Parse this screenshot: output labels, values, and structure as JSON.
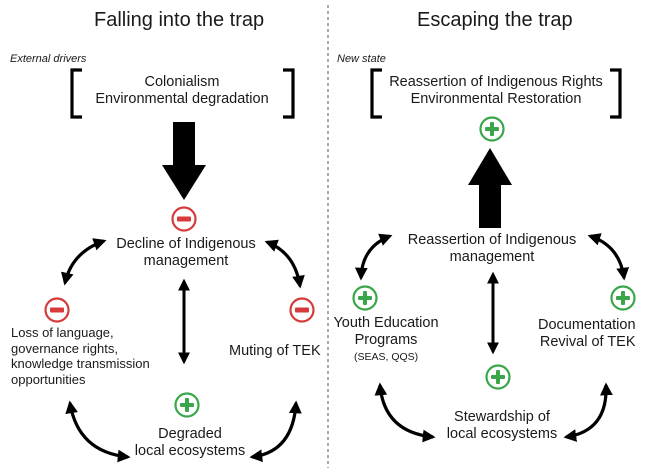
{
  "colors": {
    "minus": "#d63a3a",
    "plus": "#3aa64a",
    "ink": "#000000"
  },
  "left": {
    "title": "Falling into the trap",
    "drivers_caption": "External drivers",
    "drivers": [
      "Colonialism",
      "Environmental degradation"
    ],
    "center": [
      "Decline of Indigenous",
      "management"
    ],
    "loss": [
      "Loss of language,",
      "governance rights,",
      "knowledge transmission",
      "opportunities"
    ],
    "muting": "Muting of TEK",
    "degraded": [
      "Degraded",
      "local ecosystems"
    ]
  },
  "right": {
    "title": "Escaping the trap",
    "state_caption": "New state",
    "state": [
      "Reassertion of Indigenous Rights",
      "Environmental Restoration"
    ],
    "center": [
      "Reassertion of Indigenous",
      "management"
    ],
    "youth": [
      "Youth Education",
      "Programs"
    ],
    "youth_sub": "(SEAS, QQS)",
    "documentation": [
      "Documentation",
      "Revival of TEK"
    ],
    "stewardship": [
      "Stewardship of",
      "local ecosystems"
    ]
  }
}
